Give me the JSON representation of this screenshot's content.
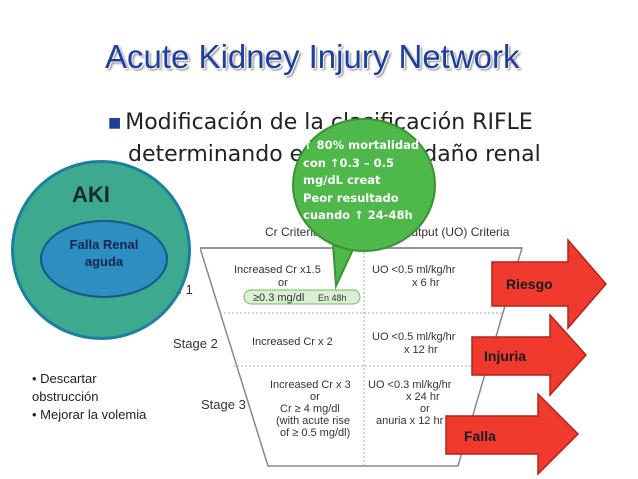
{
  "title": "Acute Kidney Injury Network",
  "bullet": {
    "line1": "Modificación de la clasificación RIFLE",
    "line2": "determinando estadios de daño renal"
  },
  "callout": {
    "line1": "↑ 80% mortalidad",
    "line2": "con ↑0.3 – 0.5",
    "line3": "mg/dL creat",
    "line4": "Peor resultado",
    "line5": "cuando ↑ 24-48h"
  },
  "aki": {
    "label": "AKI",
    "inner_line1": "Falla Renal",
    "inner_line2": "aguda"
  },
  "notes": {
    "item1_line1": "Descartar",
    "item1_line2": "obstrucción",
    "item2": "Mejorar la volemia"
  },
  "table": {
    "header_cr": "Cr Criteria",
    "header_uo": "Urine Output (UO) Criteria",
    "stage1_label": "Stage 1",
    "stage1_cr_line1": "Increased Cr x1.5",
    "stage1_cr_line2": "or",
    "stage1_cr_line3": "≥0.3 mg/dl",
    "stage1_note": "En 48h",
    "stage1_uo_line1": "UO <0.5 ml/kg/hr",
    "stage1_uo_line2": "x 6 hr",
    "stage2_label": "Stage 2",
    "stage2_cr": "Increased Cr x 2",
    "stage2_uo_line1": "UO <0.5 ml/kg/hr",
    "stage2_uo_line2": "x 12 hr",
    "stage3_label": "Stage 3",
    "stage3_cr_line1": "Increased Cr x 3",
    "stage3_cr_line2": "or",
    "stage3_cr_line3": "Cr ≥ 4 mg/dl",
    "stage3_cr_line4": "(with acute rise",
    "stage3_cr_line5": "of ≥ 0.5 mg/dl)",
    "stage3_uo_line1": "UO <0.3 ml/kg/hr",
    "stage3_uo_line2": "x 24 hr",
    "stage3_uo_line3": "or",
    "stage3_uo_line4": "anuria x 12 hr"
  },
  "arrows": {
    "riesgo": "Riesgo",
    "injuria": "Injuria",
    "falla": "Falla"
  },
  "colors": {
    "title": "#1f3f9f",
    "callout": "#4fb84a",
    "aki_outer": "#3da98e",
    "aki_inner": "#2d8ec2",
    "arrow": "#f03a2e"
  }
}
